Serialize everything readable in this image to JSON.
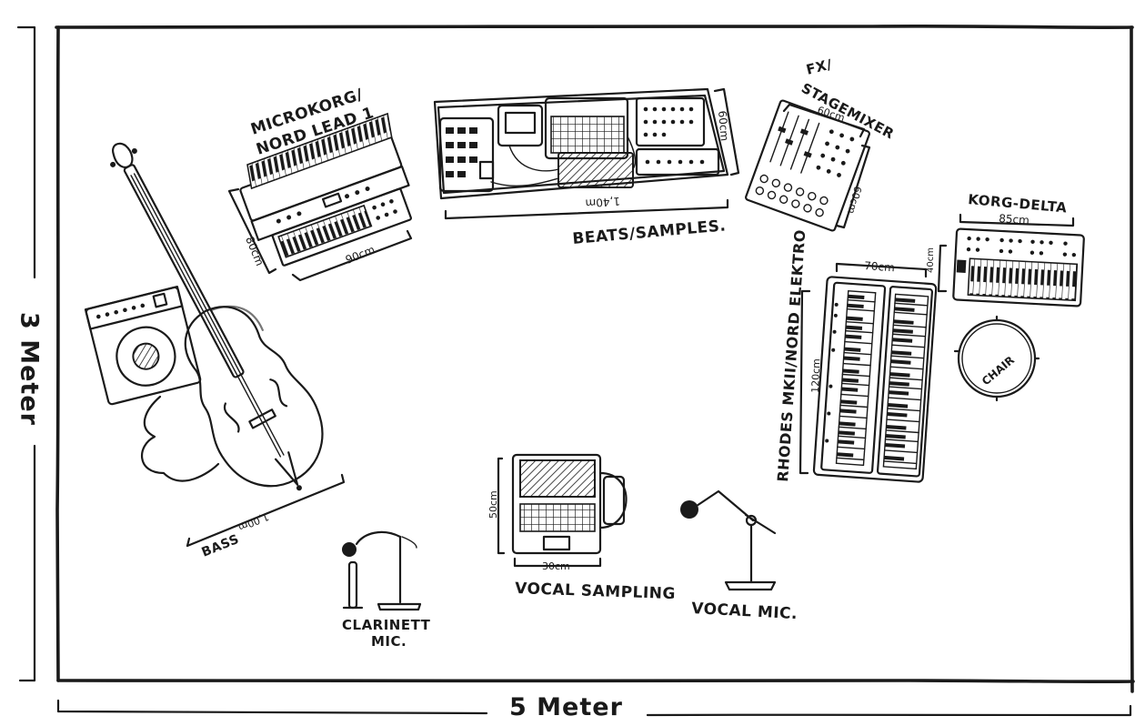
{
  "room": {
    "width_label": "5 Meter",
    "height_label": "3 Meter"
  },
  "instruments": {
    "microkorg": {
      "label_line1": "MICROKORG/",
      "label_line2": "NORD LEAD 1",
      "width_dim": "90cm",
      "depth_dim": "80cm"
    },
    "beats": {
      "label": "BEATS/SAMPLES.",
      "width_dim": "1,40m",
      "depth_dim": "60cm"
    },
    "fx": {
      "label_line1": "FX/",
      "label_line2": "STAGEMIXER",
      "width_dim": "60cm",
      "depth_dim": "60cm"
    },
    "korg_delta": {
      "label": "KORG-DELTA",
      "width_dim": "85cm",
      "depth_dim": "40cm"
    },
    "rhodes": {
      "label": "RHODES MKII/NORD ELEKTRO",
      "width_dim": "70cm",
      "depth_dim": "120cm"
    },
    "chair": {
      "label": "CHAIR"
    },
    "bass": {
      "label": "BASS",
      "dim": "1,00m"
    },
    "clarinet_mic": {
      "label_line1": "CLARINETT",
      "label_line2": "MIC."
    },
    "vocal_sampling": {
      "label": "VOCAL SAMPLING",
      "width_dim": "30cm",
      "depth_dim": "50cm"
    },
    "vocal_mic": {
      "label": "VOCAL MIC."
    }
  }
}
